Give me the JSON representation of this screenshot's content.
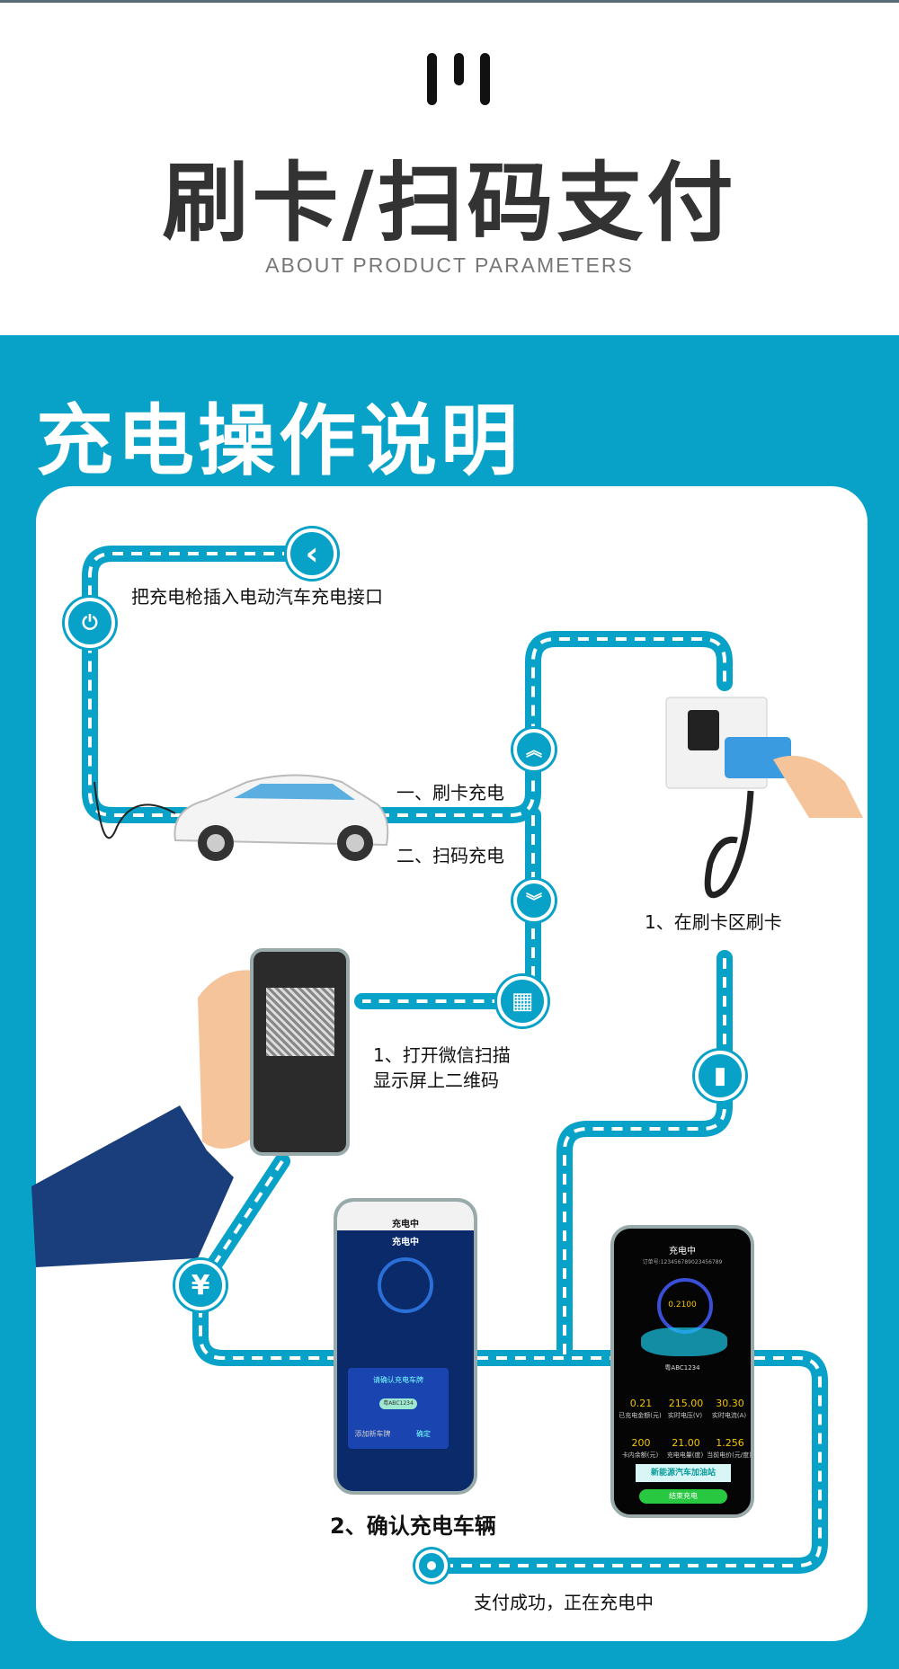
{
  "header": {
    "title": "刷卡/扫码支付",
    "subtitle": "ABOUT PRODUCT PARAMETERS"
  },
  "section": {
    "title": "充电操作说明"
  },
  "steps": {
    "plug": "把充电枪插入电动汽车充电接口",
    "option_card": "一、刷卡充电",
    "option_scan": "二、扫码充电",
    "card_step1": "1、在刷卡区刷卡",
    "scan_step1_line1": "1、打开微信扫描",
    "scan_step1_line2": "显示屏上二维码",
    "scan_step2": "2、确认充电车辆",
    "done": "支付成功，正在充电中"
  },
  "icons": {
    "back": "‹",
    "up": "︽",
    "down": "︾",
    "qr": "▦",
    "battery": "▮",
    "yen": "¥"
  },
  "phone_confirm": {
    "status_title": "充电中",
    "header": "充电中",
    "dialog_title": "请确认充电车牌",
    "plate_pill": "粤ABC1234",
    "add_button": "添加新车牌",
    "ok_button": "确定"
  },
  "phone_charging": {
    "header": "充电中",
    "order": "订单号:123456789023456789",
    "center_value": "0.2100",
    "plate": "粤ABC1234",
    "stats": [
      {
        "value": "0.21",
        "label": "已充电金额(元)"
      },
      {
        "value": "215.00",
        "label": "实时电压(V)"
      },
      {
        "value": "30.30",
        "label": "实时电流(A)"
      },
      {
        "value": "200",
        "label": "卡内余额(元)"
      },
      {
        "value": "21.00",
        "label": "充电电量(度)"
      },
      {
        "value": "1.256",
        "label": "当前电价(元/度)"
      }
    ],
    "banner": "新能源汽车加油站",
    "stop_button": "结束充电"
  },
  "colors": {
    "accent": "#08a2c9",
    "title": "#333333"
  }
}
